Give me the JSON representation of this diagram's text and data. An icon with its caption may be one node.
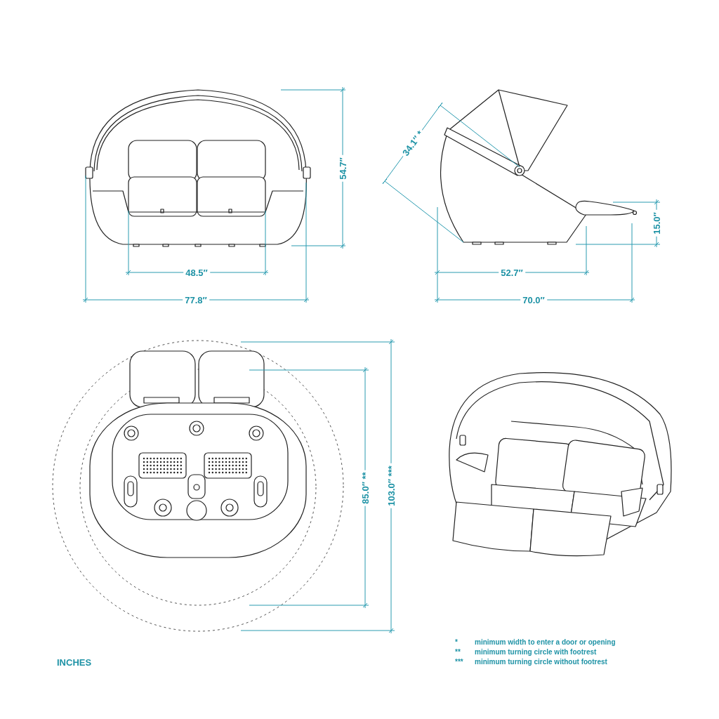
{
  "diagram": {
    "labels": [
      "54.7″",
      "34.1″ *",
      "15.0″",
      "48.5″",
      "52.7″",
      "77.8″",
      "70.0″",
      "85.0″ **",
      "103.0″ ***",
      "*",
      "minimum width to enter a door or opening",
      "**",
      "minimum turning circle with footrest",
      "INCHES",
      "***",
      "minimum turning circle without footrest"
    ]
  }
}
